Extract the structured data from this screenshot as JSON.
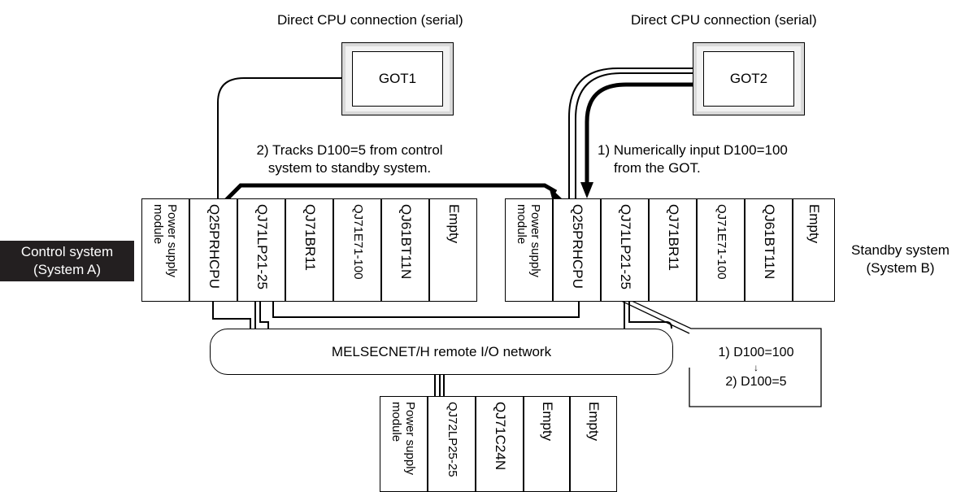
{
  "got1": {
    "caption": "Direct CPU connection (serial)",
    "label": "GOT1"
  },
  "got2": {
    "caption": "Direct CPU connection (serial)",
    "label": "GOT2"
  },
  "annotations": {
    "tracks_line1": "2) Tracks D100=5 from control",
    "tracks_line2": "system to standby system.",
    "input_line1": "1) Numerically input D100=100",
    "input_line2": "from the GOT."
  },
  "control_system": {
    "line1": "Control system",
    "line2": "(System A)",
    "modules": [
      {
        "line1": "Power supply",
        "line2": "module"
      },
      {
        "line1": "Q25PRHCPU"
      },
      {
        "line1": "QJ71LP21-25"
      },
      {
        "line1": "QJ71BR11"
      },
      {
        "line1": "QJ71E71-100"
      },
      {
        "line1": "QJ61BT11N"
      },
      {
        "line1": "Empty"
      }
    ]
  },
  "standby_system": {
    "line1": "Standby system",
    "line2": "(System B)",
    "modules": [
      {
        "line1": "Power supply",
        "line2": "module"
      },
      {
        "line1": "Q25PRHCPU"
      },
      {
        "line1": "QJ71LP21-25"
      },
      {
        "line1": "QJ71BR11"
      },
      {
        "line1": "QJ71E71-100"
      },
      {
        "line1": "QJ61BT11N"
      },
      {
        "line1": "Empty"
      }
    ]
  },
  "network": {
    "label": "MELSECNET/H remote I/O network"
  },
  "remote_station": {
    "modules": [
      {
        "line1": "Power supply",
        "line2": "module"
      },
      {
        "line1": "QJ72LP25-25"
      },
      {
        "line1": "QJ71C24N"
      },
      {
        "line1": "Empty"
      },
      {
        "line1": "Empty"
      }
    ]
  },
  "callout": {
    "line1": "1) D100=100",
    "arrow": "↓",
    "line2": "2) D100=5"
  }
}
